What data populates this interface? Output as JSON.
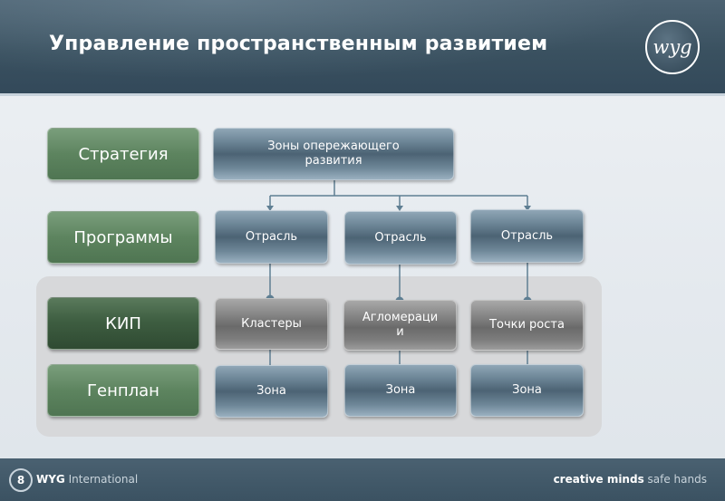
{
  "header": {
    "title": "Управление пространственным развитием",
    "logo_text": "wyg"
  },
  "rows": {
    "strategy": "Стратегия",
    "programs": "Программы",
    "kip": "КИП",
    "genplan": "Генплан"
  },
  "diagram": {
    "top_node": "Зоны опережающего развития",
    "branches": [
      {
        "sector": "Отрасль",
        "unit": "Кластеры",
        "zone": "Зона"
      },
      {
        "sector": "Отрасль",
        "unit": "Агломераци\nи",
        "zone": "Зона"
      },
      {
        "sector": "Отрасль",
        "unit": "Точки роста",
        "zone": "Зона"
      }
    ]
  },
  "footer": {
    "page_number": "8",
    "brand_bold": "WYG",
    "brand_rest": " International",
    "tagline_bold": "creative minds",
    "tagline_rest": " safe hands"
  },
  "colors": {
    "header": "#3a5160",
    "row_label_green": "#5d845f",
    "row_label_dark_green": "#3e5e41",
    "node_blue": "#4c6374",
    "node_grey": "#6a6a6a",
    "connector": "#5f7f93"
  }
}
